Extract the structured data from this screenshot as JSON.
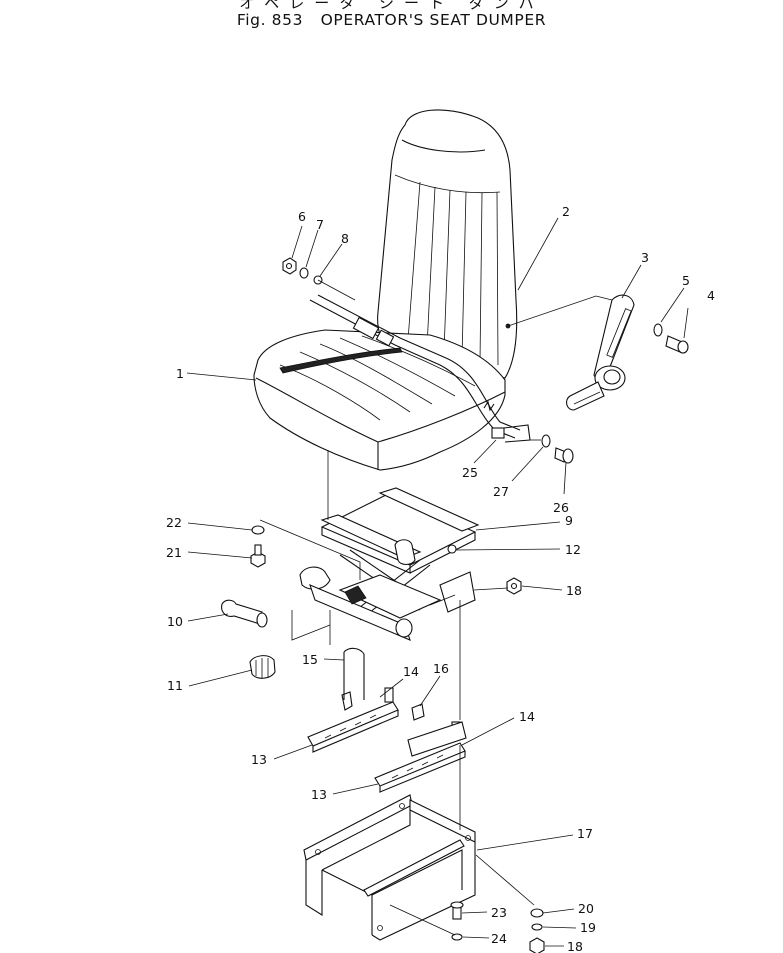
{
  "header": {
    "japanese_title": "オペレータ シート ダンパ",
    "figure_number": "Fig. 853",
    "figure_title": "OPERATOR'S SEAT DUMPER"
  },
  "callouts": {
    "c1": "1",
    "c2": "2",
    "c3": "3",
    "c4": "4",
    "c5": "5",
    "c6": "6",
    "c7": "7",
    "c8": "8",
    "c9": "9",
    "c10": "10",
    "c11": "11",
    "c12": "12",
    "c13a": "13",
    "c13b": "13",
    "c14a": "14",
    "c14b": "14",
    "c15": "15",
    "c16": "16",
    "c17": "17",
    "c18a": "18",
    "c18b": "18",
    "c19": "19",
    "c20": "20",
    "c21": "21",
    "c22": "22",
    "c23": "23",
    "c24": "24",
    "c25": "25",
    "c26": "26",
    "c27": "27"
  }
}
